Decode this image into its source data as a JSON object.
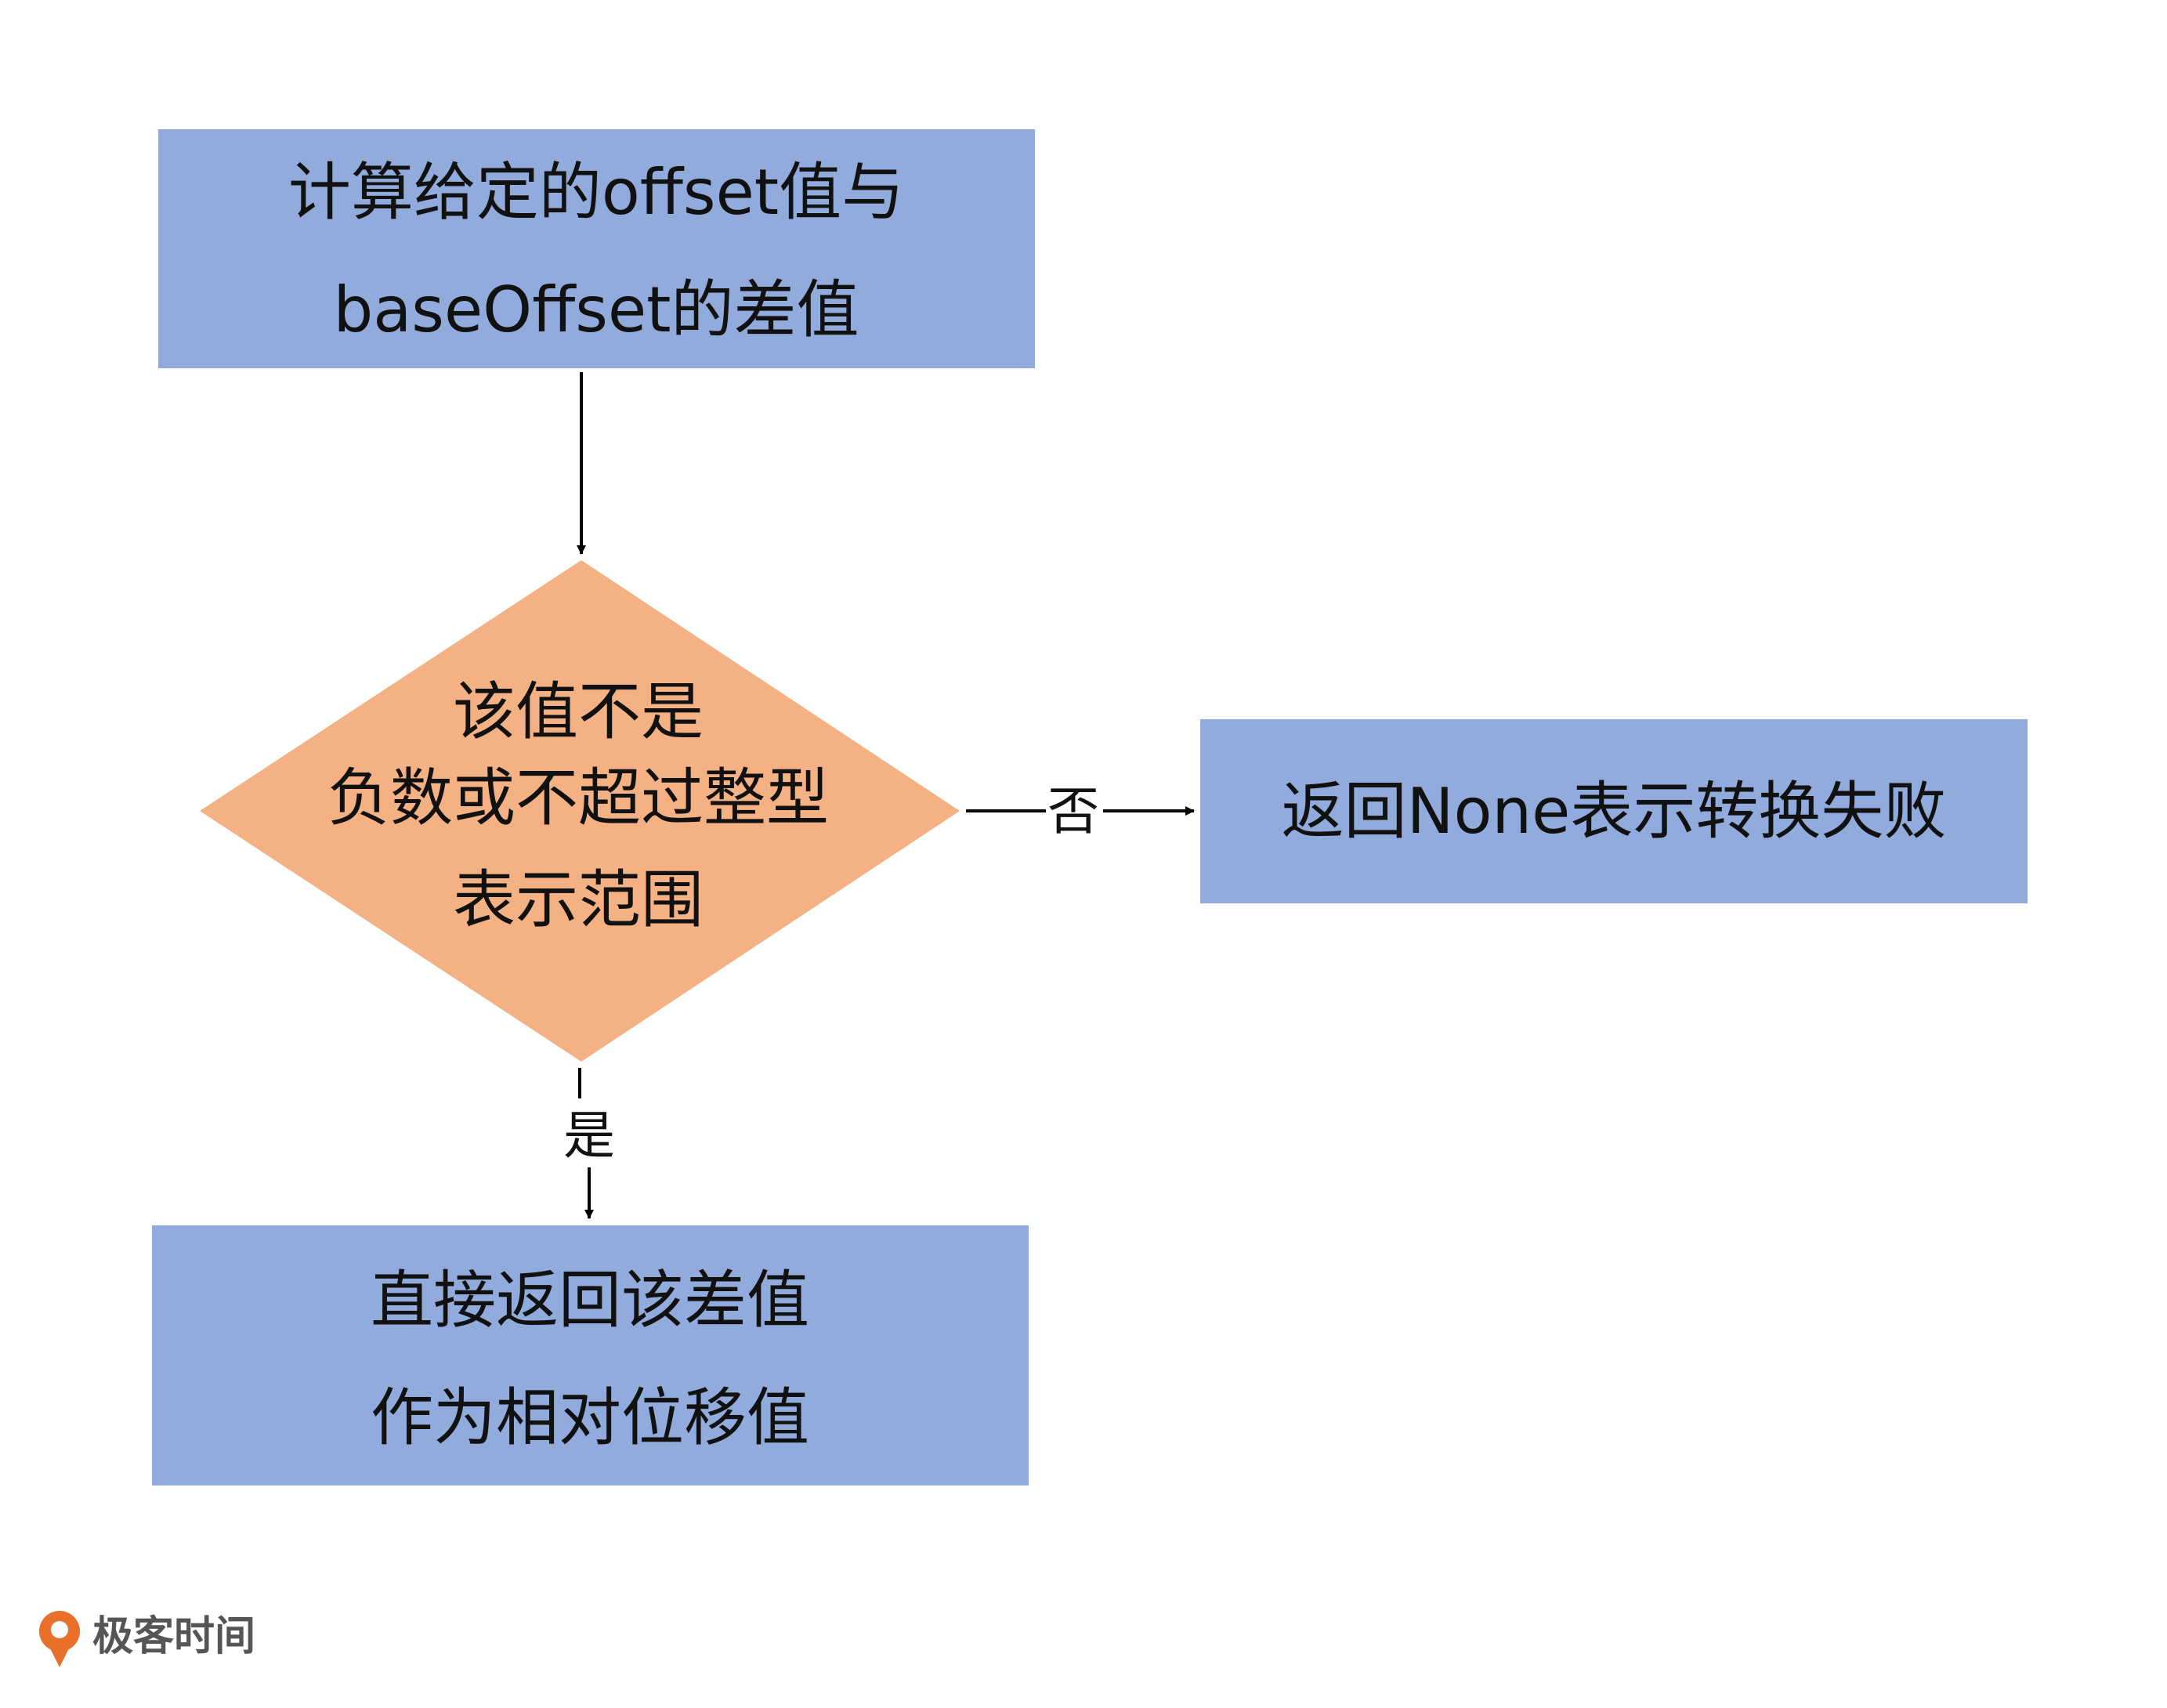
{
  "colors": {
    "process_fill": "#91abdc",
    "decision_fill": "#f4b183",
    "line": "#000000",
    "logo_orange": "#e9702a"
  },
  "nodes": {
    "compute": {
      "line1": "计算给定的offset值与",
      "line2": "baseOffset的差值"
    },
    "decision": {
      "line1": "该值不是",
      "line2": "负数或不超过整型",
      "line3": "表示范围"
    },
    "fail": {
      "line1": "返回None表示转换失败"
    },
    "success": {
      "line1": "直接返回该差值",
      "line2": "作为相对位移值"
    }
  },
  "edges": {
    "no_label": "否",
    "yes_label": "是"
  },
  "logo": {
    "icon": "geektime-logo-icon",
    "text": "极客时间"
  }
}
